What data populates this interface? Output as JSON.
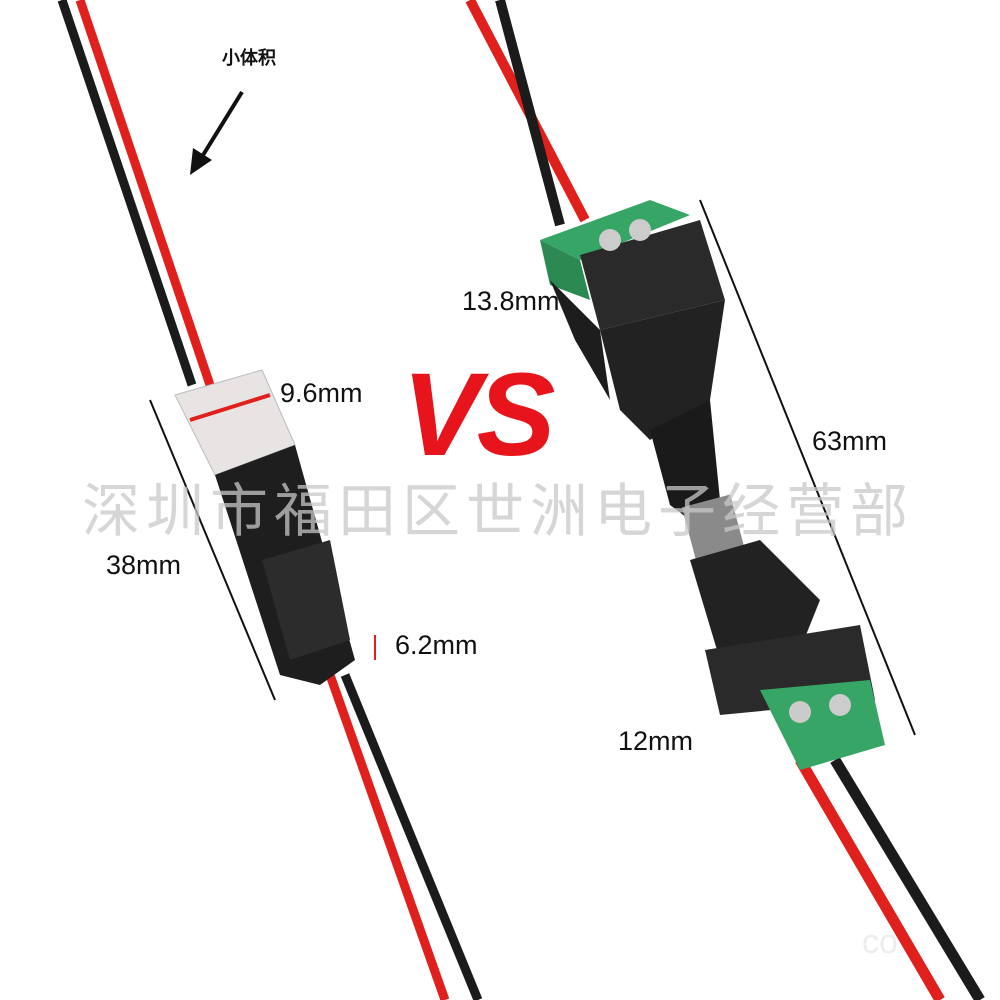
{
  "annotations": {
    "small_size_label": "小体积",
    "vs_label": "VS",
    "left_connector": {
      "width_top": "9.6mm",
      "length": "38mm",
      "width_bottom": "6.2mm"
    },
    "right_connector": {
      "width_top": "13.8mm",
      "length": "63mm",
      "width_bottom": "12mm"
    }
  },
  "watermark": "深圳市福田区世洲电子经营部",
  "corner_watermark": "co",
  "colors": {
    "wire_red": "#e0201c",
    "wire_black": "#1b1b1b",
    "terminal_green": "#2f9a5a",
    "vs_red": "#e8141b"
  }
}
